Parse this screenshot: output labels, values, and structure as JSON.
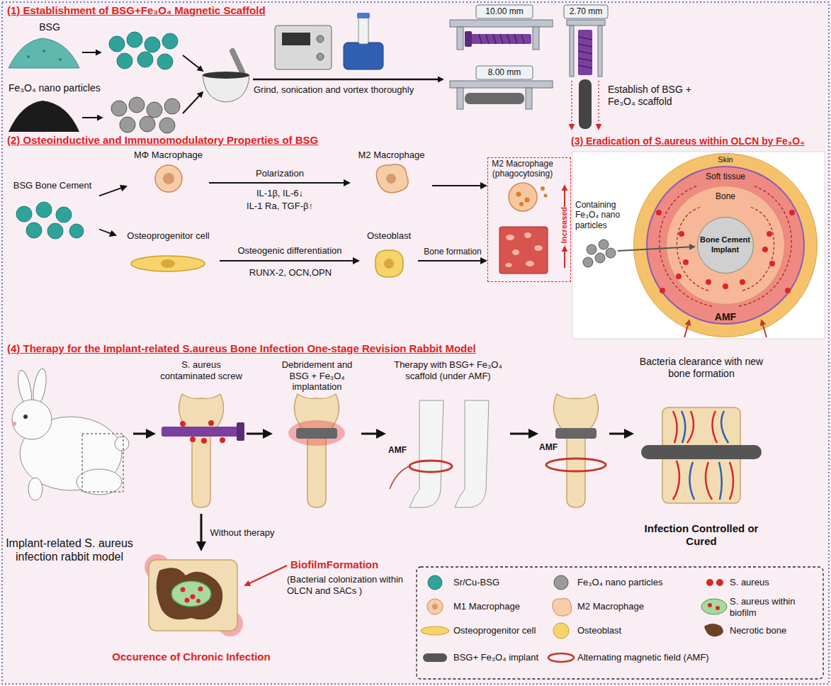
{
  "diagram": {
    "nodes": [
      {
        "text": [
          "(1) Establishment of BSG+Fe₃O₄ Magnetic Scaffold"
        ]
      },
      {
        "text": [
          "(2) Osteoinductive and Immunomodulatory Properties of BSG"
        ]
      },
      {
        "text": [
          "MΦ Macrophage"
        ],
        "in": 1
      },
      {
        "text": [
          "M2 Macrophage"
        ],
        "in": 1
      },
      {
        "text": [
          "M2 Macrophage (phagocytosing)"
        ],
        "in": 1
      },
      {
        "text": [
          "BSG Bone Cement"
        ],
        "in": 1
      },
      {
        "text": [
          "Osteoprogenitor cell"
        ],
        "in": 1
      },
      {
        "text": [
          "Osteoblast"
        ],
        "in": 1
      },
      {
        "text": [
          "(3) Eradication of S.aureus within OLCN by Fe₃O₄"
        ]
      },
      {
        "text": [
          "Skin"
        ],
        "in": 8
      },
      {
        "text": [
          "Soft tissue"
        ],
        "in": 9
      },
      {
        "text": [
          "Bone"
        ],
        "in": 10
      },
      {
        "text": [
          "Bone Cement Implant"
        ],
        "in": 11
      },
      {
        "text": [
          "(4) Therapy for the Implant-related S.aureus Bone Infection One-stage Revision Rabbit Model"
        ]
      },
      {
        "text": [
          "Implant-related S. aureus infection rabbit model"
        ],
        "in": 13
      },
      {
        "text": [
          "S. aureus contaminated screw"
        ],
        "in": 13
      },
      {
        "text": [
          "Debridement and BSG + Fe₃O₄ implantation"
        ],
        "in": 13
      },
      {
        "text": [
          "Therapy with BSG+ Fe₃O₄ scaffold (under AMF)",
          "AMF"
        ],
        "in": 13
      },
      {
        "text": [
          "AMF"
        ],
        "in": 13
      },
      {
        "text": [
          "Bacteria clearance with new bone formation",
          "Infection Controlled or Cured"
        ],
        "in": 13
      },
      {
        "text": [
          "Occurence of Chronic Infection"
        ],
        "in": 13
      }
    ],
    "edges": [
      {
        "from": 2,
        "to": 3,
        "label": "Polarization",
        "arrow": "to"
      },
      {
        "from": 3,
        "to": 4,
        "arrow": "to"
      },
      {
        "from": 5,
        "to": 2,
        "arrow": "to"
      },
      {
        "from": 5,
        "to": 6,
        "arrow": "to"
      },
      {
        "from": 6,
        "to": 7,
        "label": "Osteogenic differentiation",
        "arrow": "to"
      },
      {
        "from": 7,
        "to": 4,
        "label": "Bone formation",
        "arrow": "to"
      },
      {
        "from": 14,
        "to": 15,
        "arrow": "to"
      },
      {
        "from": 15,
        "to": 16,
        "arrow": "to"
      },
      {
        "from": 16,
        "to": 17,
        "arrow": "to"
      },
      {
        "from": 17,
        "to": 18,
        "arrow": "to"
      },
      {
        "from": 18,
        "to": 19,
        "arrow": "to"
      },
      {
        "from": 15,
        "to": 20,
        "label": "Without therapy",
        "arrow": "to"
      }
    ],
    "labels": [
      "BSG",
      "Fe₃O₄ nano particles",
      "10.00 mm",
      "2.70 mm",
      "8.00 mm",
      "Grind, sonication and vortex thoroughly",
      "Establish of BSG + Fe₃O₄ scaffold",
      "IL-1β, IL-6↓",
      "IL-1 Ra, TGF-β↑",
      "Increased",
      "RUNX-2, OCN,OPN",
      "Containing Fe₃O₄ nano particles",
      "AMF",
      "BiofilmFormation",
      "(Bacterial colonization within OLCN and SACs )"
    ],
    "legend": [
      {
        "text": "Sr/Cu-BSG"
      },
      {
        "text": "Fe₃O₄ nano particles"
      },
      {
        "text": "S. aureus"
      },
      {
        "text": "M1 Macrophage"
      },
      {
        "text": "M2 Macrophage"
      },
      {
        "text": "S. aureus within biofilm"
      },
      {
        "text": "Osteoprogenitor cell"
      },
      {
        "text": "Osteoblast"
      },
      {
        "text": "Necrotic bone"
      },
      {
        "text": "BSG+ Fe₃O₄ implant"
      },
      {
        "text": "Alternating magnetic field (AMF)"
      }
    ]
  }
}
